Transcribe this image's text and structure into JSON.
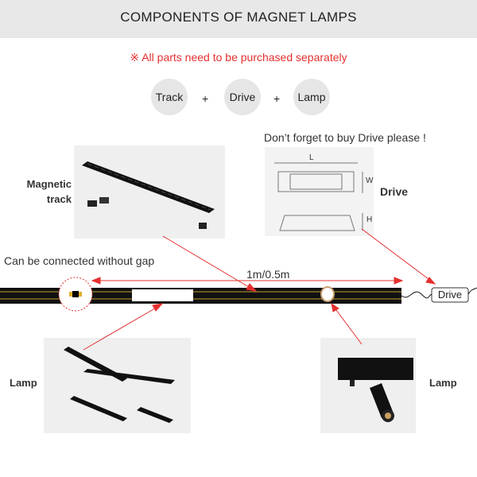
{
  "title": "COMPONENTS OF MAGNET LAMPS",
  "note": "※ All parts need to be purchased separately",
  "components": [
    "Track",
    "Drive",
    "Lamp"
  ],
  "plus": "+",
  "drive_reminder": "Don’t  forget to buy Drive please !",
  "labels": {
    "magnetic_track": "Magnetic track",
    "drive": "Drive",
    "lamp_left": "Lamp",
    "lamp_right": "Lamp",
    "no_gap": "Can be connected without gap",
    "length": "1m/0.5m",
    "drive_box": "Drive"
  },
  "drive_dims": {
    "l": "L",
    "w": "W",
    "h": "H"
  },
  "colors": {
    "accent": "#e53030",
    "track": "#111111",
    "gold": "#c8a030"
  }
}
